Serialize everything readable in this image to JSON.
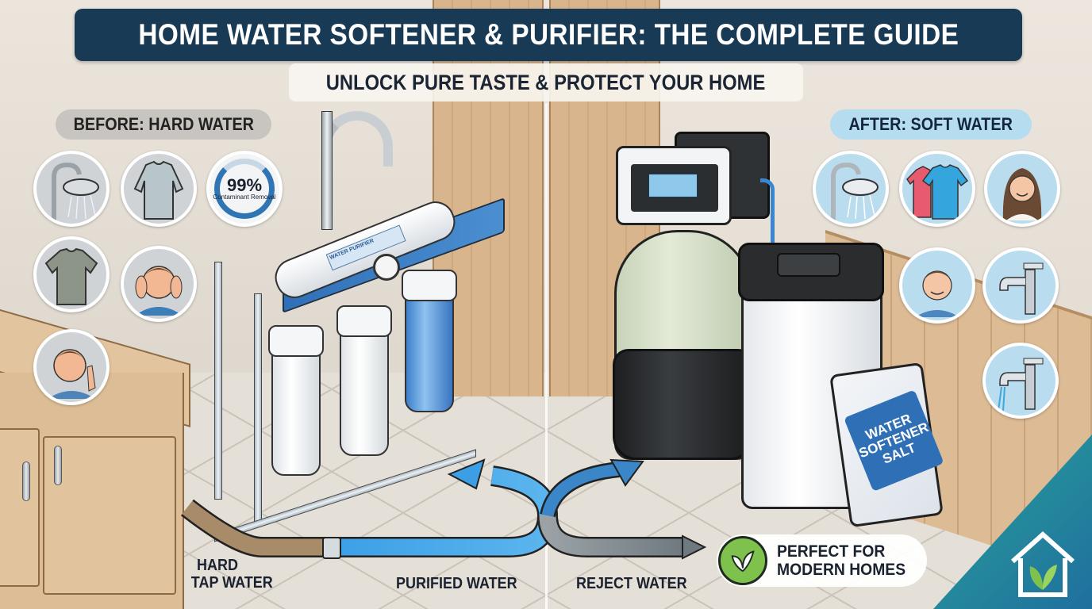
{
  "header": {
    "title": "HOME WATER SOFTENER & PURIFIER: THE COMPLETE GUIDE",
    "subtitle": "UNLOCK PURE TASTE & PROTECT YOUR HOME"
  },
  "before": {
    "label": "BEFORE: HARD WATER",
    "badges": [
      {
        "icon": "shower-head-scale-icon",
        "description": "Scaled shower head"
      },
      {
        "icon": "stained-sweater-icon",
        "description": "Stiff stained clothing"
      },
      {
        "icon": "stat-badge",
        "value": "99%",
        "label": "Contaminant Removal"
      },
      {
        "icon": "faded-tshirt-icon",
        "description": "Faded t-shirt"
      },
      {
        "icon": "irritated-person-icon",
        "description": "Headache and irritated skin"
      },
      {
        "icon": "dry-skin-person-icon",
        "description": "Dry itchy skin"
      }
    ]
  },
  "after": {
    "label": "AFTER: SOFT WATER",
    "badges": [
      {
        "icon": "clean-shower-head-icon",
        "description": "Clean shower head"
      },
      {
        "icon": "bright-tshirts-icon",
        "description": "Bright colorful clothes"
      },
      {
        "icon": "happy-woman-icon",
        "description": "Healthy hair and skin"
      },
      {
        "icon": "happy-man-icon",
        "description": "Smooth skin"
      },
      {
        "icon": "shiny-faucet-icon",
        "description": "Spotless faucet"
      },
      {
        "icon": "running-faucet-icon",
        "description": "Clean running water"
      }
    ]
  },
  "purifier": {
    "membrane_label": "WATER PURIFIER"
  },
  "softener": {
    "salt_bag_label": [
      "WATER",
      "SOFTENER",
      "SALT"
    ]
  },
  "flows": {
    "hard_tap": [
      "HARD",
      "TAP WATER"
    ],
    "purified": "PURIFIED WATER",
    "reject": "REJECT WATER"
  },
  "callout": {
    "lines": [
      "PERFECT FOR",
      "MODERN HOMES"
    ]
  },
  "colors": {
    "title_bg": "#183a55",
    "accent_blue": "#2f75b3",
    "after_pill": "#b6dcef",
    "before_pill": "#c8c5c0",
    "leaf_green": "#7ec24d",
    "corner_teal": "#2aa39a"
  }
}
